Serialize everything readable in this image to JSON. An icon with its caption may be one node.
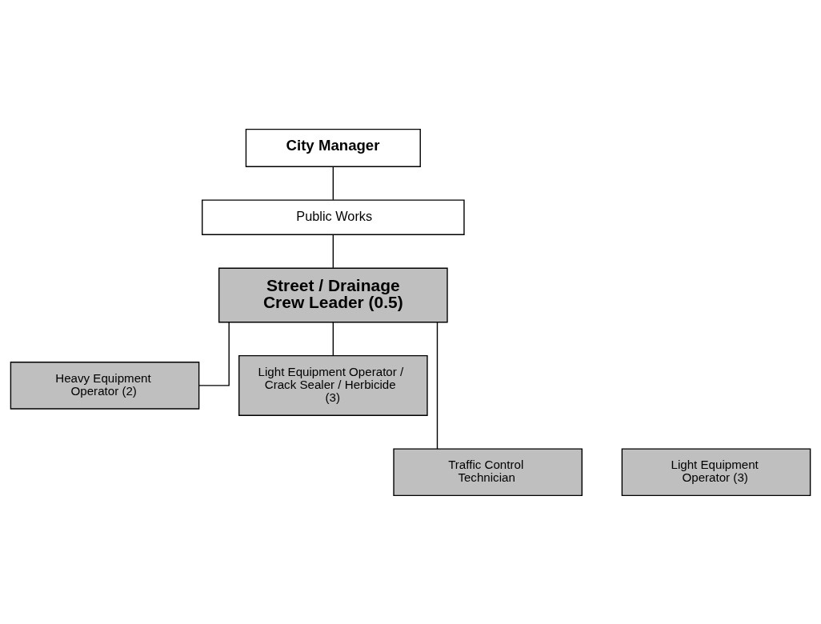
{
  "diagram": {
    "nodes": [
      {
        "text": [
          "City Manager"
        ]
      },
      {
        "text": [
          "Public Works"
        ]
      },
      {
        "text": [
          "Street / Drainage Crew Leader (0.5)"
        ]
      },
      {
        "text": [
          "Heavy Equipment Operator (2)"
        ]
      },
      {
        "text": [
          "Light Equipment Operator / Crack Sealer / Herbicide (3)"
        ]
      },
      {
        "text": [
          "Light Equipment Operator (3)"
        ]
      },
      {
        "text": [
          "Traffic Control Technician"
        ]
      }
    ],
    "edges": [
      {
        "from": 0,
        "to": 1,
        "arrow": "none"
      },
      {
        "from": 1,
        "to": 2,
        "arrow": "none"
      },
      {
        "from": 2,
        "to": 3,
        "arrow": "none"
      },
      {
        "from": 2,
        "to": 4,
        "arrow": "none"
      },
      {
        "from": 2,
        "to": 6,
        "arrow": "none"
      }
    ]
  }
}
